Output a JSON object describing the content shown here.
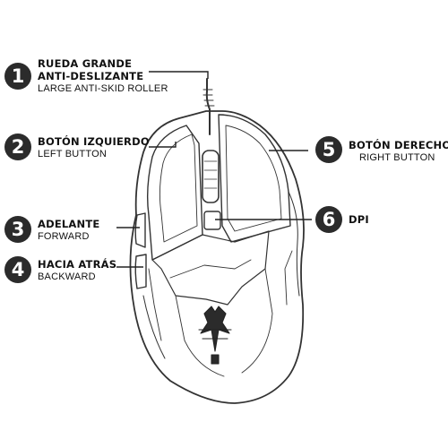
{
  "callouts": [
    {
      "number": "1",
      "label_es": "RUEDA GRANDE",
      "label_es_2": "ANTI-DESLIZANTE",
      "label_en": "LARGE ANTI-SKID ROLLER"
    },
    {
      "number": "2",
      "label_es": "BOTÓN IZQUIERDO",
      "label_en": "LEFT BUTTON"
    },
    {
      "number": "3",
      "label_es": "ADELANTE",
      "label_en": "FORWARD"
    },
    {
      "number": "4",
      "label_es": "HACIA ATRÁS",
      "label_en": "BACKWARD"
    },
    {
      "number": "5",
      "label_es": "BOTÓN DERECHO",
      "label_en": "RIGHT BUTTON"
    },
    {
      "number": "6",
      "label_es": "DPI",
      "label_en": ""
    }
  ],
  "colors": {
    "badge": "#2b2b2b",
    "line": "#222222",
    "outline": "#333333"
  }
}
